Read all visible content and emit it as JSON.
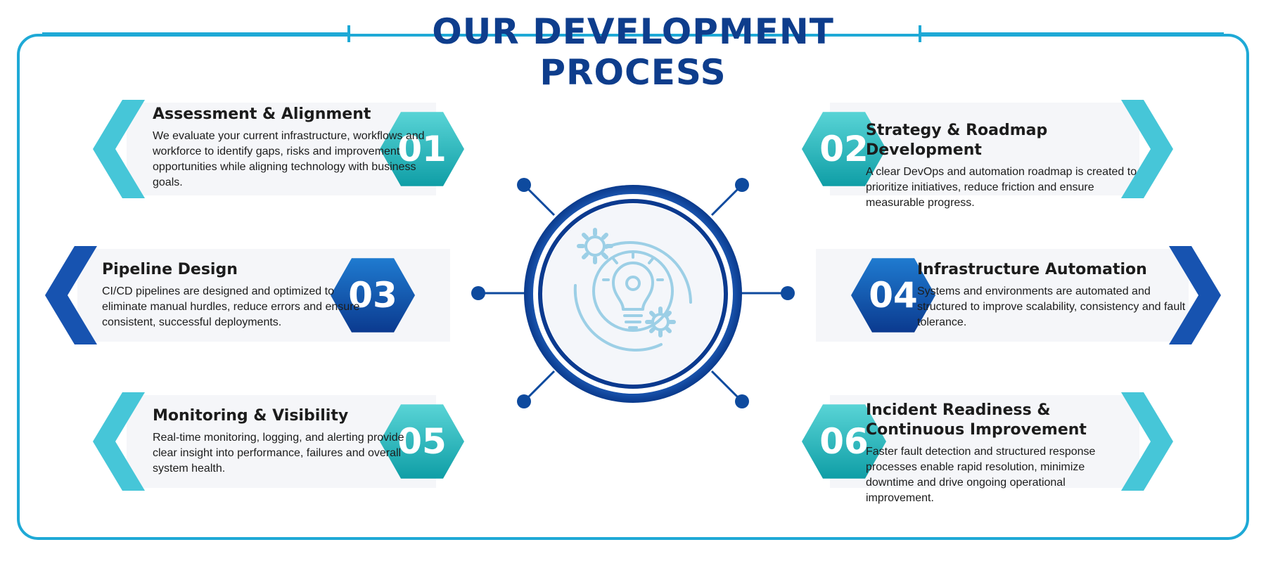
{
  "title": "OUR DEVELOPMENT PROCESS",
  "colors": {
    "frame": "#1ea9d6",
    "title": "#0e3d8c",
    "teal_light": "#59d4d6",
    "teal_dark": "#0f9ea6",
    "blue_light": "#1f7bd0",
    "blue_dark": "#0b3a8f",
    "connector": "#0e4a9e",
    "card": "#f5f6f9",
    "icon": "#9ccfe6"
  },
  "center_icon": "lightbulb-gears-icon",
  "steps": [
    {
      "number": "01",
      "title": "Assessment & Alignment",
      "description": "We evaluate your current infrastructure, workflows and workforce to identify gaps, risks and improvement opportunities while aligning technology with business goals."
    },
    {
      "number": "02",
      "title": "Strategy & Roadmap Development",
      "description": "A clear DevOps and automation roadmap is created to prioritize initiatives, reduce friction and ensure measurable progress."
    },
    {
      "number": "03",
      "title": "Pipeline Design",
      "description": "CI/CD pipelines are designed and optimized to eliminate manual hurdles, reduce errors and ensure consistent, successful deployments."
    },
    {
      "number": "04",
      "title": "Infrastructure Automation",
      "description": "Systems and environments are automated and structured to improve scalability, consistency and fault tolerance."
    },
    {
      "number": "05",
      "title": "Monitoring & Visibility",
      "description": "Real-time monitoring, logging, and alerting provide clear insight into performance, failures and overall system health."
    },
    {
      "number": "06",
      "title": "Incident Readiness & Continuous Improvement",
      "description": "Faster fault detection and structured response processes enable rapid resolution, minimize downtime and drive ongoing operational improvement."
    }
  ]
}
